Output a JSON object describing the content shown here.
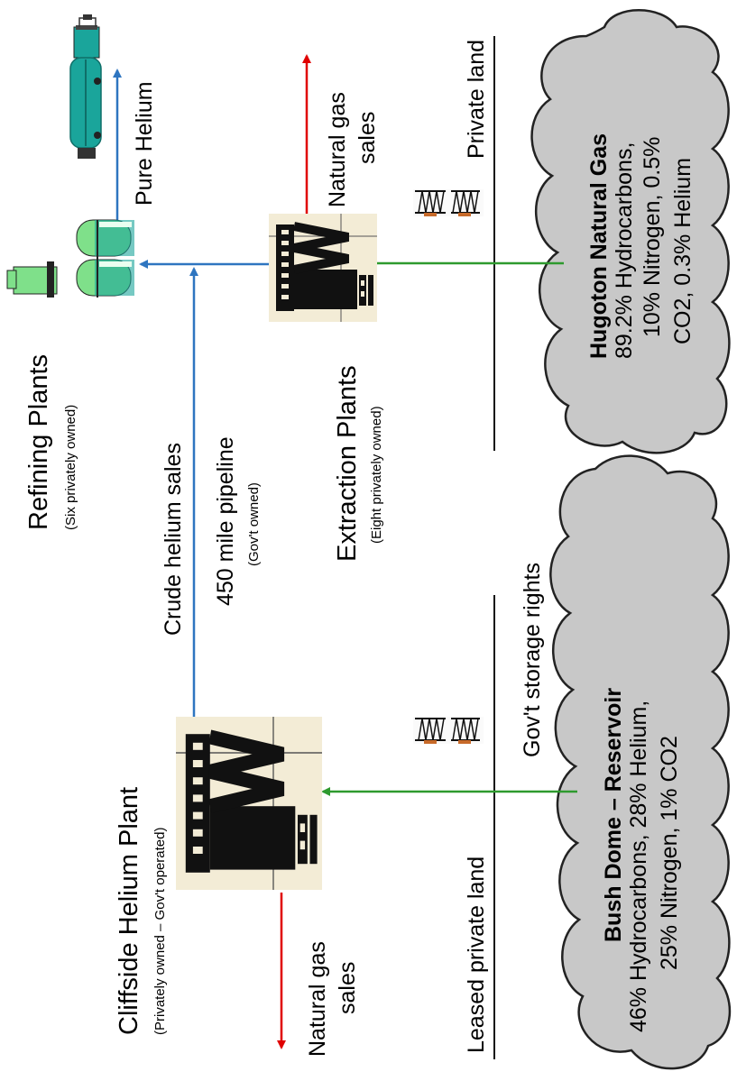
{
  "labels": {
    "refining_title": "Refining Plants",
    "refining_sub": "(Six privately owned)",
    "pure_helium": "Pure Helium",
    "crude_sales": "Crude helium sales",
    "pipeline": "450 mile pipeline",
    "pipeline_sub": "(Gov't owned)",
    "extraction_title": "Extraction Plants",
    "extraction_sub": "(Eight privately owned)",
    "nat_gas_top_1": "Natural gas",
    "nat_gas_top_2": "sales",
    "private_land": "Private land",
    "cliffside_title": "Cliffside Helium Plant",
    "cliffside_sub": "(Privately owned – Gov't operated)",
    "nat_gas_bottom_1": "Natural gas",
    "nat_gas_bottom_2": "sales",
    "storage_rights": "Gov't storage rights",
    "leased_land": "Leased private land"
  },
  "clouds": {
    "hugoton": {
      "title": "Hugoton Natural Gas",
      "line1": "89.2% Hydrocarbons,",
      "line2": "10% Nitrogen, 0.5%",
      "line3": "CO2, 0.3% Helium"
    },
    "bush": {
      "title": "Bush Dome – Reservoir",
      "line1": "46% Hydrocarbons, 28% Helium,",
      "line2": "25% Nitrogen, 1% CO2"
    }
  },
  "colors": {
    "blue_flow": "#2e75c0",
    "green_flow": "#2e9a2e",
    "red_flow": "#e00000",
    "cloud_fill": "#c8c8c8",
    "plant_bg": "#f3ecd6",
    "tank_teal": "#1aa59b",
    "tank_green": "#7fe08a"
  },
  "icons": [
    "refinery-tanks-icon",
    "helium-trailer-icon",
    "extraction-plant-icon",
    "cliffside-plant-icon",
    "oil-derrick-icon"
  ]
}
